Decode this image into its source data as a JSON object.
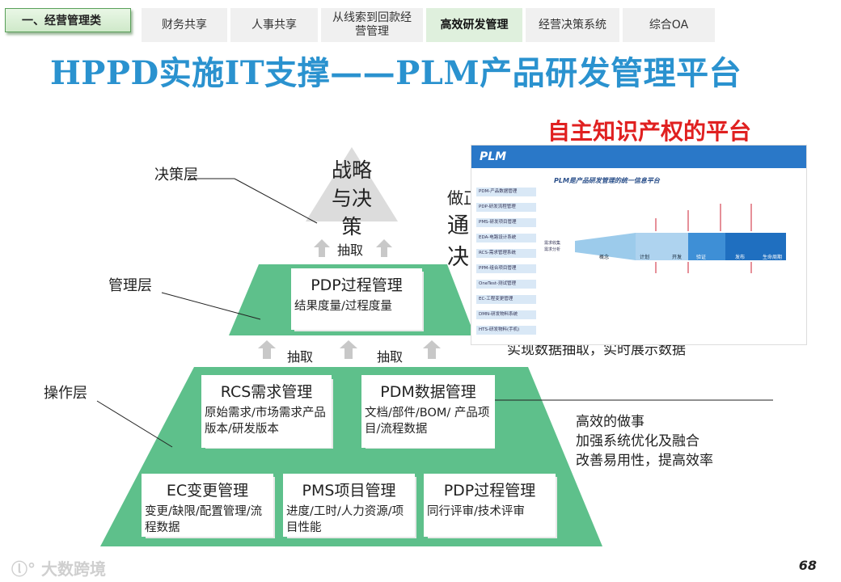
{
  "nav": {
    "category": "一、经营管理类",
    "tabs": [
      "财务共享",
      "人事共享",
      "从线索到回款经营管理",
      "高效研发管理",
      "经营决策系统",
      "综合OA"
    ],
    "active": "高效研发管理"
  },
  "title": "HPPD实施IT支撑——PLM产品研发管理平台",
  "layers": {
    "decision": "决策层",
    "management": "管理层",
    "operation": "操作层"
  },
  "pyramid": {
    "top_text": "战略与决策",
    "extract_top": "抽取",
    "extract_left": "抽取",
    "extract_right": "抽取",
    "pdp_top": {
      "title": "PDP过程管理",
      "desc": "结果度量/过程度量"
    },
    "rcs": {
      "title": "RCS需求管理",
      "desc": "原始需求/市场需求产品版本/研发版本"
    },
    "pdm": {
      "title": "PDM数据管理",
      "desc": "文档/部件/BOM/ 产品项目/流程数据"
    },
    "ec": {
      "title": "EC变更管理",
      "desc": "变更/缺限/配置管理/流程数据"
    },
    "pms": {
      "title": "PMS项目管理",
      "desc": "进度/工时/人力资源/项目性能"
    },
    "pdp_bottom": {
      "title": "PDP过程管理",
      "desc": "同行评审/技术评审"
    }
  },
  "notes": {
    "right_partial_1": "做正",
    "right_partial_2": "通",
    "right_partial_3": "决",
    "data_extract": "实现数据抽取，实时展示数据",
    "efficiency": [
      "高效的做事",
      "加强系统优化及融合",
      "改善易用性，提高效率"
    ]
  },
  "red_title": "自主知识产权的平台",
  "screenshot": {
    "brand": "PLM",
    "heading": "PLM是产品研发管理的统一信息平台",
    "menu": [
      "PDM-产品数据管理",
      "PDP-研发流程管理",
      "PMS-研发项目管理",
      "EDA-电路设计系统",
      "RCS-需求管理系统",
      "PPM-组合项目管理",
      "OneTest-测试管理",
      "EC-工程变更管理",
      "DMN-研发物料系统",
      "HTS-研发物料(手机)"
    ],
    "stages": [
      "概念",
      "计划",
      "开发",
      "验证",
      "发布",
      "生命周期"
    ]
  },
  "page_number": "68",
  "watermark": "大数跨境",
  "colors": {
    "green": "#5ec08b",
    "gray": "#dcdcdc",
    "blue": "#2a92cf",
    "red": "#e02020"
  }
}
